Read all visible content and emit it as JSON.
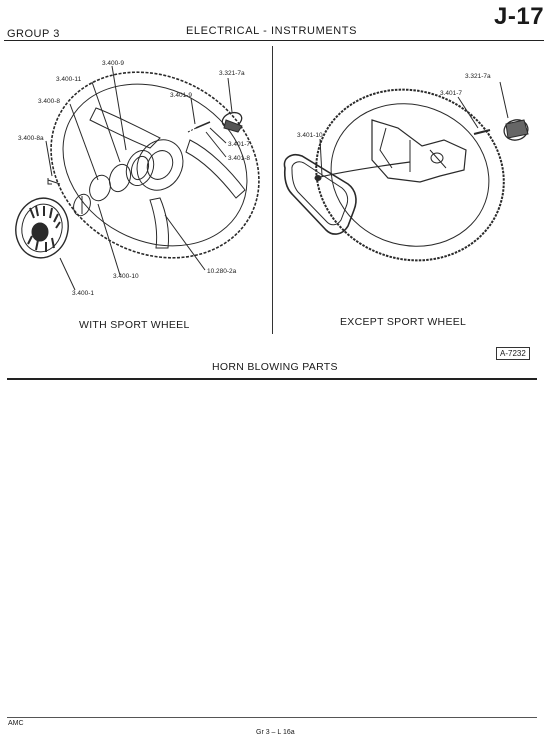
{
  "header": {
    "group": "GROUP 3",
    "title": "ELECTRICAL - INSTRUMENTS",
    "page": "J-17"
  },
  "left_figure": {
    "caption": "WITH SPORT WHEEL",
    "callouts": {
      "c1": "3.400-9",
      "c2": "3.400-11",
      "c3": "3.400-8",
      "c4": "3.400-8a",
      "c5": "3.400-10",
      "c6": "3.400-1",
      "c7": "3.321-7a",
      "c8": "3.401-9",
      "c9": "3.401-7",
      "c10": "3.401-8",
      "c11": "10.280-2a"
    }
  },
  "right_figure": {
    "caption": "EXCEPT SPORT WHEEL",
    "callouts": {
      "c1": "3.321-7a",
      "c2": "3.401-7",
      "c3": "3.401-10"
    }
  },
  "figure_title": "HORN BLOWING PARTS",
  "figure_ref": "A-7232",
  "footer": {
    "left": "AMC",
    "center": "Gr 3 – L 16a"
  }
}
